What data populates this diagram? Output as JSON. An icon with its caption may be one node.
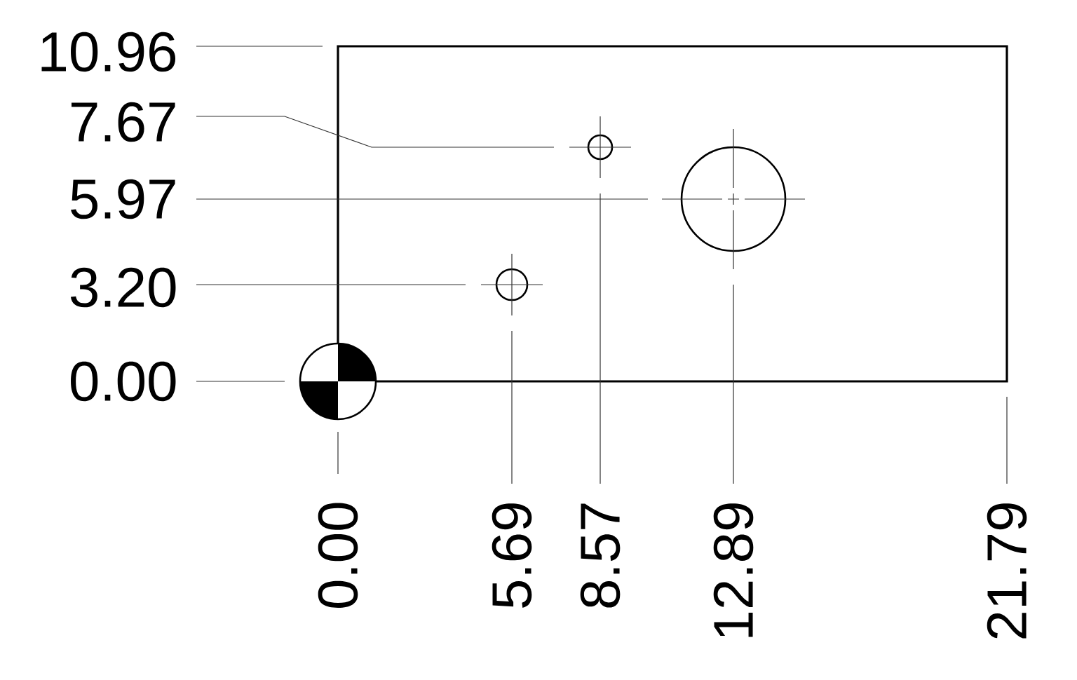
{
  "diagram": {
    "labels": [
      "10.96",
      "7.67",
      "5.97",
      "3.20",
      "0.00",
      "0.00",
      "5.69",
      "8.57",
      "12.89",
      "21.79"
    ]
  }
}
